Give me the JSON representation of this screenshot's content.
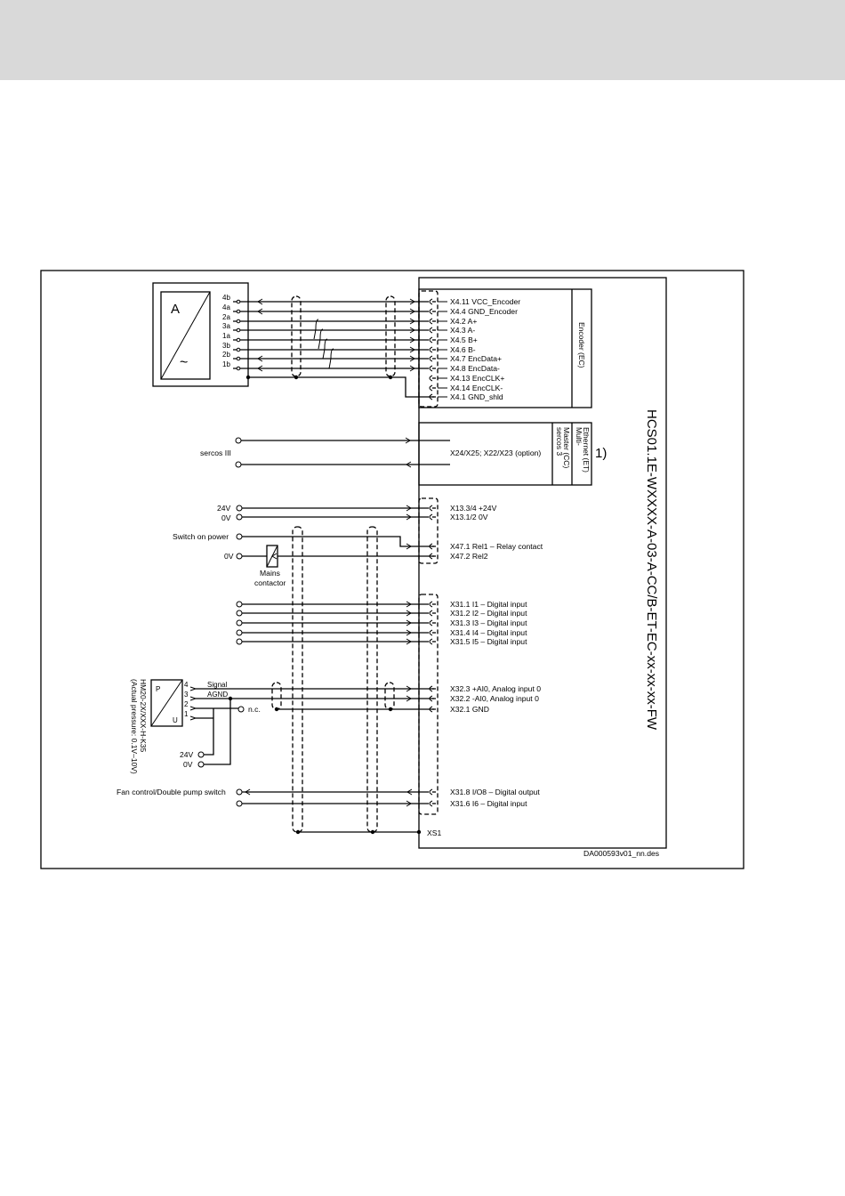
{
  "device_type": "HCS01.1E-WXXXX-A-03-A-CC/B-ET-EC-xx-xx-xx-FW",
  "module_encoder": "Encoder (EC)",
  "module_eth_1": "Multi-",
  "module_eth_2": "Ethernet (ET)",
  "module_sercos_1": "sercos 3",
  "module_sercos_2": "Master (CC)",
  "footnote_marker": "1)",
  "encoder_symbol_top": "A",
  "encoder_symbol_bottom": "~",
  "encoder_pins": [
    "4b",
    "4a",
    "2a",
    "3a",
    "1a",
    "3b",
    "2b",
    "1b"
  ],
  "encoder_signals": [
    "X4.11 VCC_Encoder",
    "X4.4 GND_Encoder",
    "X4.2 A+",
    "X4.3 A-",
    "X4.5 B+",
    "X4.6 B-",
    "X4.7 EncData+",
    "X4.8 EncData-",
    "X4.13 EncCLK+",
    "X4.14 EncCLK-",
    "X4.1 GND_shld"
  ],
  "sercos_label": "sercos III",
  "sercos_connector": "X24/X25; X22/X23 (option)",
  "supply_24v": "24V",
  "supply_0v": "0V",
  "supply_signals": [
    "X13.3/4 +24V",
    "X13.1/2 0V"
  ],
  "switch_on_power": "Switch on power",
  "relay_0v": "0V",
  "mains_contactor_1": "Mains",
  "mains_contactor_2": "contactor",
  "relay_signals": [
    "X47.1 Rel1 – Relay contact",
    "X47.2 Rel2"
  ],
  "digital_inputs": [
    "X31.1 I1 – Digital input",
    "X31.2 I2 – Digital input",
    "X31.3 I3 – Digital input",
    "X31.4 I4 – Digital input",
    "X31.5 I5 – Digital input"
  ],
  "sensor_name_1": "HM20-2X/XXX-H-K35",
  "sensor_name_2": "(Actual pressure: 0.1V–10V)",
  "sensor_symbol_p": "P",
  "sensor_symbol_u": "U",
  "sensor_pins": [
    "4",
    "3",
    "2",
    "1"
  ],
  "sensor_signal_label": "Signal",
  "sensor_agnd_label": "AGND",
  "nc_label": "n.c.",
  "sensor_24v": "24V",
  "sensor_0v": "0V",
  "analog_signals": [
    "X32.3 +AI0, Analog input 0",
    "X32.2 -AI0, Analog input 0",
    "X32.1 GND"
  ],
  "fan_label": "Fan control/Double pump switch",
  "io_signals": [
    "X31.8 I/O8 – Digital output",
    "X31.6 I6     – Digital input"
  ],
  "xs1_label": "XS1",
  "drawing_id": "DA000593v01_nn.des"
}
